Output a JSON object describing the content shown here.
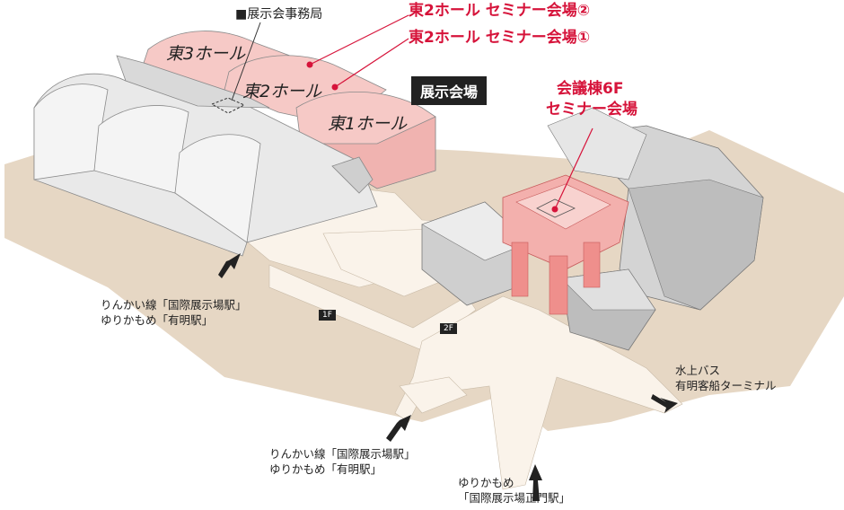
{
  "labels": {
    "office": "■展示会事務局",
    "seminar2": "東2ホール セミナー会場②",
    "seminar1": "東2ホール セミナー会場①",
    "exhibition_tag": "展示会場",
    "conference_line1": "会議棟6F",
    "conference_line2": "セミナー会場"
  },
  "halls": {
    "east3": "東3ホール",
    "east2": "東2ホール",
    "east1": "東1ホール"
  },
  "floors": {
    "f1": "1F",
    "f2": "2F"
  },
  "stations": {
    "left_line1": "りんかい線「国際展示場駅」",
    "left_line2": "ゆりかもめ「有明駅」",
    "bottom_left_line1": "りんかい線「国際展示場駅」",
    "bottom_left_line2": "ゆりかもめ「有明駅」",
    "bottom_line1": "ゆりかもめ",
    "bottom_line2": "「国際展示場正門駅」",
    "right_line1": "水上バス",
    "right_line2": "有明客船ターミナル"
  },
  "colors": {
    "highlight": "#d6133a",
    "hall_pink": "#f6c9c6",
    "ground": "#e6d7c4",
    "walkway": "#faf3ea",
    "building": "#d4d4d4"
  }
}
